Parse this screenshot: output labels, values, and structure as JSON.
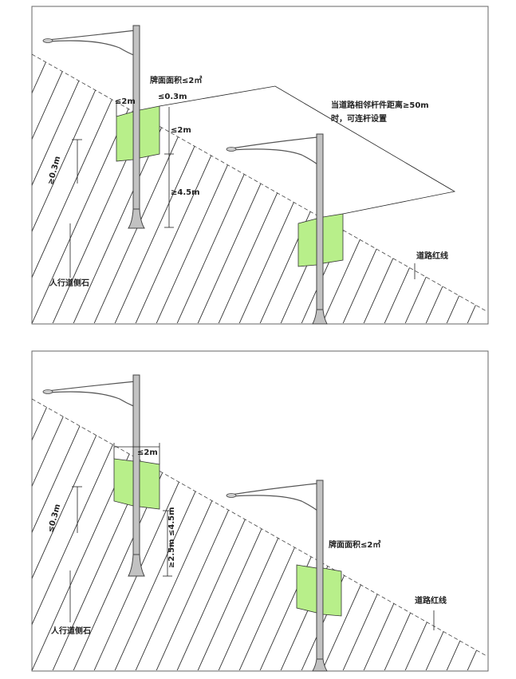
{
  "panel_top": {
    "sign_area_label": "牌面面积≤2㎡",
    "sign_width_label": "≤2m",
    "sign_offset_label": "≤0.3m",
    "sign_height_label": "≤2m",
    "clearance_label": "≥4.5m",
    "curb_offset_label": "≥0.3m",
    "spacing_note_line1": "当道路相邻杆件距离≥50m",
    "spacing_note_line2": "时，可连杆设置",
    "red_line_label": "道路红线",
    "curb_label": "人行道侧石"
  },
  "panel_bottom": {
    "sign_width_label": "≤2m",
    "clearance_label": "≥2.5m ≤4.5m",
    "curb_offset_label": "≤0.3m",
    "sign_area_label": "牌面面积≤2㎡",
    "red_line_label": "道路红线",
    "curb_label": "人行道侧石"
  },
  "colors": {
    "sign": "#b8ef8a",
    "pole": "#c2c2c2",
    "hatch": "#333333"
  }
}
